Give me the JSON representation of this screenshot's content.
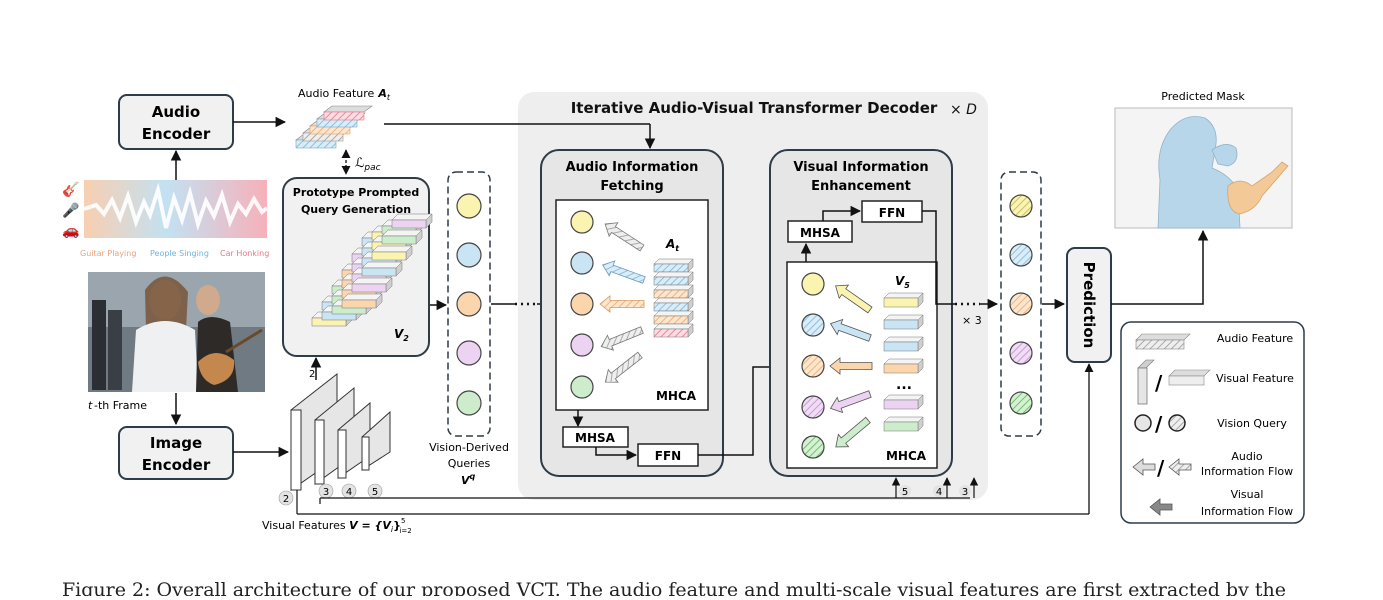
{
  "audio_encoder": {
    "line1": "Audio",
    "line2": "Encoder"
  },
  "image_encoder": {
    "line1": "Image",
    "line2": "Encoder"
  },
  "audio_feature_label": "Audio Feature",
  "audio_feature_symbol": "A",
  "audio_feature_sub": "t",
  "pac_loss": {
    "symbol": "ℒ",
    "sub": "pac"
  },
  "sound_legend": [
    "Guitar Playing",
    "People Singing",
    "Car Honking"
  ],
  "frame_label": {
    "var": "t",
    "rest": "-th Frame"
  },
  "prototype_box": {
    "line1": "Prototype Prompted",
    "line2": "Query Generation",
    "symbol": "V",
    "sub": "2"
  },
  "visual_features_label": {
    "prefix": "Visual Features ",
    "formula": "V = {V",
    "sub_i": "i",
    "close": "}",
    "sup": "5",
    "subscript": "i=2"
  },
  "scale_numbers": [
    "2",
    "2",
    "3",
    "4",
    "5"
  ],
  "vision_queries": {
    "line1": "Vision-Derived",
    "line2": "Queries",
    "symbol": "V",
    "sup": "q"
  },
  "decoder": {
    "title": "Iterative Audio-Visual Transformer Decoder",
    "repeat": "× D"
  },
  "audio_info": {
    "line1": "Audio Information",
    "line2": "Fetching",
    "at_symbol": "A",
    "at_sub": "t",
    "mhca": "MHCA",
    "mhsa": "MHSA",
    "ffn": "FFN"
  },
  "visual_info": {
    "line1": "Visual Information",
    "line2": "Enhancement",
    "mhsa": "MHSA",
    "ffn": "FFN",
    "v5_symbol": "V",
    "v5_sub": "5",
    "dots": "...",
    "mhca": "MHCA"
  },
  "times3": "× 3",
  "bottom_numbers": [
    "5",
    "4",
    "3"
  ],
  "prediction": "Prediction",
  "predicted_mask": "Predicted Mask",
  "legend": {
    "audio_feature": "Audio Feature",
    "visual_feature": "Visual Feature",
    "vision_query": "Vision Query",
    "audio_flow_1": "Audio",
    "audio_flow_2": "Information Flow",
    "visual_flow_1": "Visual",
    "visual_flow_2": "Information Flow",
    "slash": "/"
  },
  "caption": "Figure 2: Overall architecture of our proposed VCT. The audio feature and multi-scale visual features are first extracted by the",
  "colors": {
    "yellow": "#fbf3b0",
    "blue": "#c9e4f2",
    "orange": "#fbd6ad",
    "purple": "#ecd3f2",
    "green": "#cdeccb",
    "dark_border": "#3a4a5a",
    "decoder_bg": "#eeeeee"
  }
}
